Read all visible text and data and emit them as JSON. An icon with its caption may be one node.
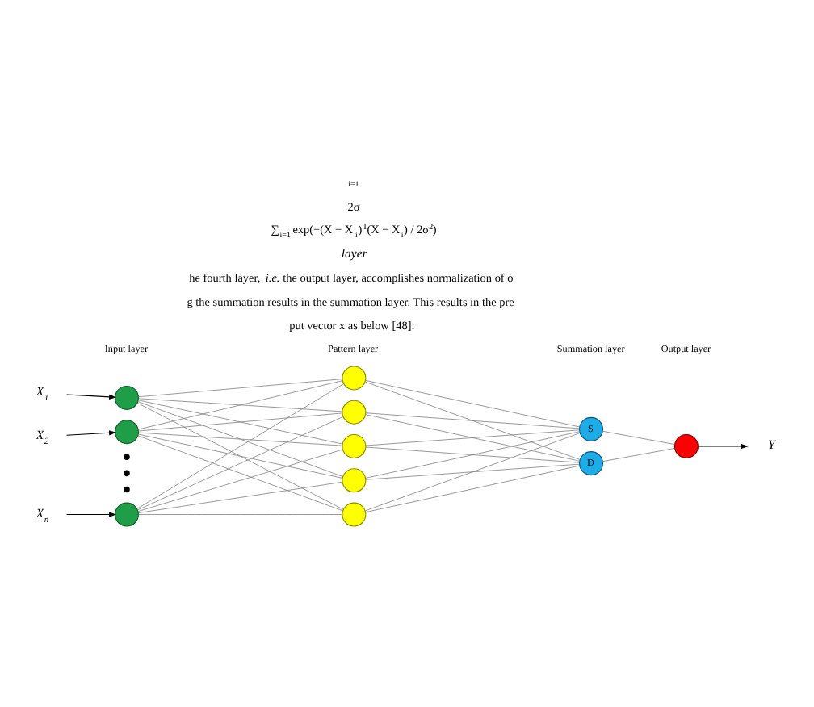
{
  "diagram": {
    "nodes": [
      {
        "text": [
          "X$_{1}$"
        ]
      },
      {
        "text": [
          "X$_{2}$"
        ]
      },
      {
        "text": [
          "X$_{n}$"
        ]
      },
      {
        "text": [],
        "shape": "circle"
      },
      {
        "text": [],
        "shape": "circle"
      },
      {
        "text": [],
        "shape": "circle"
      },
      {
        "text": [],
        "shape": "circle"
      },
      {
        "text": [],
        "shape": "circle"
      },
      {
        "text": [],
        "shape": "circle"
      },
      {
        "text": [],
        "shape": "circle"
      },
      {
        "text": [],
        "shape": "circle"
      },
      {
        "text": [
          "S"
        ]
      },
      {
        "text": [
          "D"
        ]
      },
      {
        "text": [],
        "shape": "circle"
      },
      {
        "text": [
          "Y"
        ]
      }
    ],
    "edges": [
      {
        "from": 0,
        "to": 3,
        "arrow": "to",
        "color": "#000000"
      },
      {
        "from": 1,
        "to": 4,
        "arrow": "to",
        "color": "#000000"
      },
      {
        "from": 2,
        "to": 5,
        "arrow": "to",
        "color": "#000000"
      },
      {
        "from": 3,
        "to": 6,
        "arrow": "none"
      },
      {
        "from": 3,
        "to": 7,
        "arrow": "none"
      },
      {
        "from": 3,
        "to": 8,
        "arrow": "none"
      },
      {
        "from": 3,
        "to": 9,
        "arrow": "none"
      },
      {
        "from": 3,
        "to": 10,
        "arrow": "none"
      },
      {
        "from": 4,
        "to": 6,
        "arrow": "none"
      },
      {
        "from": 4,
        "to": 7,
        "arrow": "none"
      },
      {
        "from": 4,
        "to": 8,
        "arrow": "none"
      },
      {
        "from": 4,
        "to": 9,
        "arrow": "none"
      },
      {
        "from": 4,
        "to": 10,
        "arrow": "none"
      },
      {
        "from": 5,
        "to": 6,
        "arrow": "none"
      },
      {
        "from": 5,
        "to": 7,
        "arrow": "none"
      },
      {
        "from": 5,
        "to": 8,
        "arrow": "none"
      },
      {
        "from": 5,
        "to": 9,
        "arrow": "none"
      },
      {
        "from": 5,
        "to": 10,
        "arrow": "none"
      },
      {
        "from": 6,
        "to": 11,
        "arrow": "none"
      },
      {
        "from": 6,
        "to": 12,
        "arrow": "none"
      },
      {
        "from": 7,
        "to": 11,
        "arrow": "none"
      },
      {
        "from": 7,
        "to": 12,
        "arrow": "none"
      },
      {
        "from": 8,
        "to": 11,
        "arrow": "none"
      },
      {
        "from": 8,
        "to": 12,
        "arrow": "none"
      },
      {
        "from": 9,
        "to": 11,
        "arrow": "none"
      },
      {
        "from": 9,
        "to": 12,
        "arrow": "none"
      },
      {
        "from": 10,
        "to": 11,
        "arrow": "none"
      },
      {
        "from": 10,
        "to": 12,
        "arrow": "none"
      },
      {
        "from": 11,
        "to": 13,
        "arrow": "none"
      },
      {
        "from": 12,
        "to": 13,
        "arrow": "none"
      },
      {
        "from": 13,
        "to": 14,
        "arrow": "to",
        "color": "#000000"
      }
    ],
    "labels": [
      "i=1",
      "2σ",
      "∑$_{i=1}$ exp(−(X − X$_{i}$)$^{T}$(X − X$_{i}$) / 2σ$^{2}$)",
      "layer",
      "he fourth layer, *i.e.* the output layer, accomplishes normalization of o",
      "g the summation results in the summation layer. This results in the pre",
      "put vector x as below [48]:",
      "Input layer",
      "Pattern layer",
      "Summation layer",
      "Output layer"
    ]
  }
}
